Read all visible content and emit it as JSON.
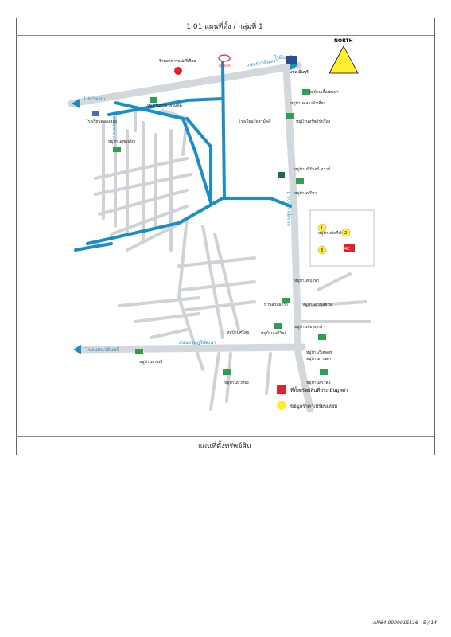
{
  "page": {
    "title": "1.01 แผนที่ตั้ง / กลุ่มที่ 1",
    "footer": "แผนที่ตั้งทรัพย์สิน",
    "doc_number": "AN64-0000015116 - 5 / 14"
  },
  "map": {
    "north_label": "NORTH",
    "roads": {
      "main_top": "ถนนรามอินทรา",
      "main_bottom": "ถนนราษฎร์พัฒนา",
      "vertical_right": "ถนนสุขาภิบาล 3",
      "soi_left": "ถนนคลองสามวา",
      "arrow_top_left": "ไปบางเขน",
      "arrow_top_right": "ไปมีนบุรี",
      "arrow_bottom_left": "ไปถนนนวมินทร์"
    },
    "places": [
      {
        "label": "ร้านอาหารแม่ศรีเรือน"
      },
      {
        "label": "TOYOTA"
      },
      {
        "label": "บขส.มีนบุรี"
      },
      {
        "label": "หมู่บ้านปรีชาสามัคคี"
      },
      {
        "label": "หมู่บ้านเอื้อพัฒนา"
      },
      {
        "label": "หมู่บ้านคลองลำเจียก"
      },
      {
        "label": "โรงเรียนคลองสอง"
      },
      {
        "label": "หมู่บ้านสุขเจริญ"
      },
      {
        "label": "โรงเรียนวัดสามัคคี"
      },
      {
        "label": "หมู่บ้านทรัพย์รุ่งเรือง"
      },
      {
        "label": "หมู่บ้านนิรันดร์ ทาวน์"
      },
      {
        "label": "หมู่บ้านปรีชา"
      },
      {
        "label": "หมู่บ้านพฤกษา"
      },
      {
        "label": "บ้านสวนธารา"
      },
      {
        "label": "หมู่บ้านเสรีวิลล์"
      },
      {
        "label": "หมู่บ้านสวนสยาม"
      },
      {
        "label": "หมู่บ้านชัยพฤกษ์"
      },
      {
        "label": "หมู่บ้านวิเศษสุข"
      },
      {
        "label": "หมู่บ้านกานดา"
      },
      {
        "label": "หมู่บ้านศรีสุข"
      },
      {
        "label": "หมู่บ้านพรรณี"
      },
      {
        "label": "หมู่บ้านบัวทอง"
      },
      {
        "label": "หมู่บ้านสิริวัลย์"
      },
      {
        "label": "หมู่บ้านนักกีฬา"
      }
    ],
    "legend": [
      {
        "label": "ที่ตั้งทรัพย์สินที่ประเมินมูลค่า",
        "color": "#d9262c"
      },
      {
        "label": "ข้อมูลราคาเปรียบเทียบ",
        "color": "#ffef30"
      }
    ],
    "inset": {
      "markers": [
        "1",
        "2",
        "3",
        "4C"
      ]
    },
    "colors": {
      "main_road": "#1b8ec6",
      "street": "#cfd3d8",
      "main_road_light": "#d3d8dd"
    }
  }
}
